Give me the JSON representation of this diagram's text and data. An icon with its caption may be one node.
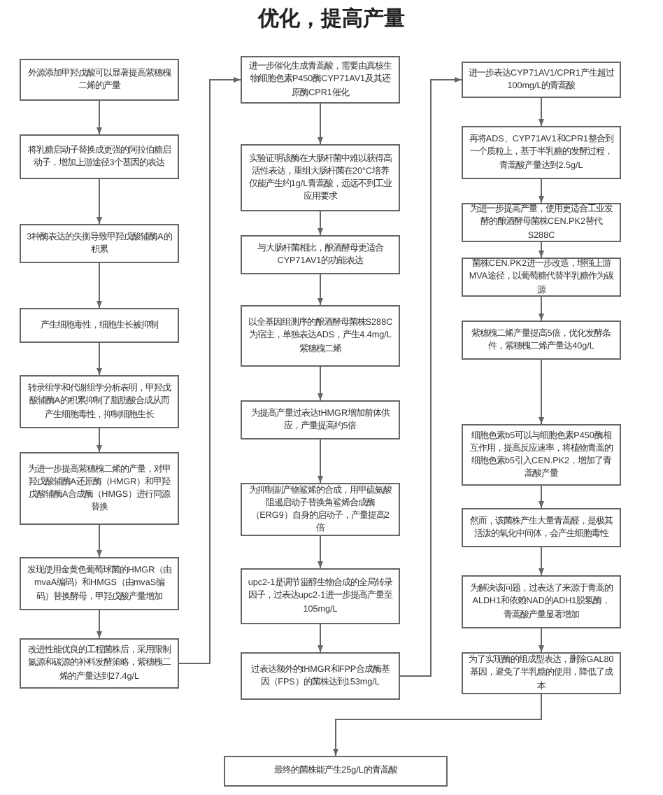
{
  "diagram": {
    "title": "优化，提高产量",
    "nodes": [
      {
        "text": [
          "外源添加甲羟戊酸可以显著提高紫穗槐二烯的产量"
        ]
      },
      {
        "text": [
          "将乳糖启动子替换成更强的阿拉伯糖启动子，增加上游途径3个基因的表达"
        ]
      },
      {
        "text": [
          "3种酶表达的失衡导致甲羟戊酸辅酶A的积累"
        ]
      },
      {
        "text": [
          "产生细胞毒性，细胞生长被抑制"
        ]
      },
      {
        "text": [
          "转录组学和代谢组学分析表明，甲羟戊酸辅酶A的积累抑制了脂肪酸合成从而产生细胞毒性，抑制细胞生长"
        ]
      },
      {
        "text": [
          "为进一步提高紫穗槐二烯的产量，对甲羟戊酸辅酶A还原酶（HMGR）和甲羟戊酸辅酶A合成酶（HMGS）进行同源替换"
        ]
      },
      {
        "text": [
          "发现使用金黄色葡萄球菌的HMGR（由mvaA编码）和HMGS（由mvaS编码）替换酵母，甲羟戊酸产量增加"
        ]
      },
      {
        "text": [
          "改进性能优良的工程菌株后，采用限制氮源和碳源的补料发酵策略，紫穗槐二烯的产量达到27.4g/L"
        ]
      },
      {
        "text": [
          "进一步催化生成青蒿酸，需要由真核生物细胞色素P450酶CYP71AV1及其还原酶CPR1催化"
        ]
      },
      {
        "text": [
          "实验证明该酶在大肠杆菌中难以获得高活性表达，重组大肠杆菌在20°C培养仅能产生约1g/L青蒿酸，远远不到工业应用要求"
        ]
      },
      {
        "text": [
          "与大肠杆菌相比，酿酒酵母更适合CYP71AV1的功能表达"
        ]
      },
      {
        "text": [
          "以全基因组测序的酿酒酵母菌株S288C为宿主，单独表达ADS，产生4.4mg/L紫穗槐二烯"
        ]
      },
      {
        "text": [
          "为提高产量过表达tHMGR增加前体供应，产量提高约5倍"
        ]
      },
      {
        "text": [
          "为抑制副产物鲨烯的合成，用甲硫氨酸阻遏启动子替换角鲨烯合成酶（ERG9）自身的启动子，产量提高2倍"
        ]
      },
      {
        "text": [
          "upc2-1是调节甾醇生物合成的全局转录因子，过表达upc2-1进一步提高产量至105mg/L"
        ]
      },
      {
        "text": [
          "过表达额外的tHMGR和FPP合成酶基因（FPS）的菌株达到153mg/L"
        ]
      },
      {
        "text": [
          "进一步表达CYP71AV1/CPR1产生超过100mg/L的青蒿酸"
        ]
      },
      {
        "text": [
          "再将ADS、CYP71AV1和CPR1整合到一个质粒上，基于半乳糖的发酵过程，青蒿酸产量达到2.5g/L"
        ]
      },
      {
        "text": [
          "为进一步提高产量，使用更适合工业发酵的酿酒酵母菌株CEN.PK2替代S288C"
        ]
      },
      {
        "text": [
          "菌株CEN.PK2进一步改造，增强上游MVA途径，以葡萄糖代替半乳糖作为碳源"
        ]
      },
      {
        "text": [
          "紫穗槐二烯产量提高5倍，优化发酵条件，紫穗槐二烯产量达40g/L"
        ]
      },
      {
        "text": [
          "细胞色素b5可以与细胞色素P450酶相互作用，提高反应速率，将植物青蒿的细胞色素b5引入CEN.PK2，增加了青蒿酸产量"
        ]
      },
      {
        "text": [
          "然而，该菌株产生大量青蒿醛，是极其活泼的氧化中间体，会产生细胞毒性"
        ]
      },
      {
        "text": [
          "为解决该问题，过表达了来源于青蒿的ALDH1和依赖NAD的ADH1脱氢酶，青蒿酸产量显著增加"
        ]
      },
      {
        "text": [
          "为了实现酶的组成型表达，删除GAL80基因，避免了半乳糖的使用，降低了成本"
        ]
      },
      {
        "text": [
          "最终的菌株能产生25g/L的青蒿酸"
        ]
      }
    ],
    "edges": [
      {
        "from": 0,
        "to": 1,
        "arrow": "to"
      },
      {
        "from": 1,
        "to": 2,
        "arrow": "to"
      },
      {
        "from": 2,
        "to": 3,
        "arrow": "to"
      },
      {
        "from": 3,
        "to": 4,
        "arrow": "to"
      },
      {
        "from": 4,
        "to": 5,
        "arrow": "to"
      },
      {
        "from": 5,
        "to": 6,
        "arrow": "to"
      },
      {
        "from": 6,
        "to": 7,
        "arrow": "to"
      },
      {
        "from": 7,
        "to": 8,
        "arrow": "to"
      },
      {
        "from": 8,
        "to": 9,
        "arrow": "to"
      },
      {
        "from": 9,
        "to": 10,
        "arrow": "to"
      },
      {
        "from": 10,
        "to": 11,
        "arrow": "to"
      },
      {
        "from": 11,
        "to": 12,
        "arrow": "to"
      },
      {
        "from": 12,
        "to": 13,
        "arrow": "to"
      },
      {
        "from": 13,
        "to": 14,
        "arrow": "to"
      },
      {
        "from": 14,
        "to": 15,
        "arrow": "to"
      },
      {
        "from": 15,
        "to": 16,
        "arrow": "to"
      },
      {
        "from": 16,
        "to": 17,
        "arrow": "to"
      },
      {
        "from": 17,
        "to": 18,
        "arrow": "to"
      },
      {
        "from": 18,
        "to": 19,
        "arrow": "to"
      },
      {
        "from": 19,
        "to": 20,
        "arrow": "to"
      },
      {
        "from": 20,
        "to": 21,
        "arrow": "to"
      },
      {
        "from": 21,
        "to": 22,
        "arrow": "to"
      },
      {
        "from": 22,
        "to": 23,
        "arrow": "to"
      },
      {
        "from": 23,
        "to": 24,
        "arrow": "to"
      },
      {
        "from": 24,
        "to": 25,
        "arrow": "to"
      }
    ]
  }
}
